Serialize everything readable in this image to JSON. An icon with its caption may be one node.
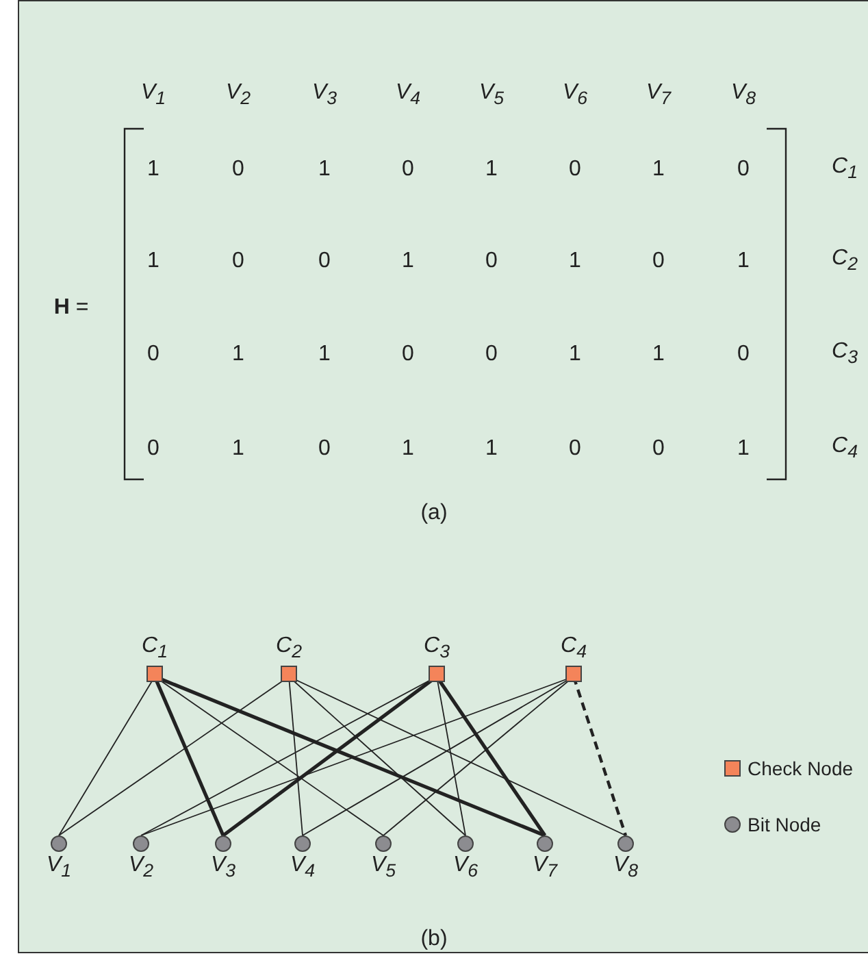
{
  "diagram": {
    "nodes": [
      {
        "text": [
          "C$_{1}$"
        ]
      },
      {
        "text": [
          "C$_{2}$"
        ]
      },
      {
        "text": [
          "C$_{3}$"
        ]
      },
      {
        "text": [
          "C$_{4}$"
        ]
      },
      {
        "text": [
          "V$_{1}$"
        ]
      },
      {
        "text": [
          "V$_{2}$"
        ]
      },
      {
        "text": [
          "V$_{3}$"
        ]
      },
      {
        "text": [
          "V$_{4}$"
        ]
      },
      {
        "text": [
          "V$_{5}$"
        ]
      },
      {
        "text": [
          "V$_{6}$"
        ]
      },
      {
        "text": [
          "V$_{7}$"
        ]
      },
      {
        "text": [
          "V$_{8}$"
        ]
      }
    ],
    "edges": [
      {
        "from": 0,
        "to": 4,
        "arrow": "none"
      },
      {
        "from": 0,
        "to": 6,
        "arrow": "none",
        "style": "thick"
      },
      {
        "from": 0,
        "to": 8,
        "arrow": "none"
      },
      {
        "from": 0,
        "to": 10,
        "arrow": "none",
        "style": "thick"
      },
      {
        "from": 1,
        "to": 4,
        "arrow": "none"
      },
      {
        "from": 1,
        "to": 7,
        "arrow": "none"
      },
      {
        "from": 1,
        "to": 9,
        "arrow": "none"
      },
      {
        "from": 1,
        "to": 11,
        "arrow": "none"
      },
      {
        "from": 2,
        "to": 5,
        "arrow": "none"
      },
      {
        "from": 2,
        "to": 6,
        "arrow": "none",
        "style": "thick"
      },
      {
        "from": 2,
        "to": 9,
        "arrow": "none"
      },
      {
        "from": 2,
        "to": 10,
        "arrow": "none",
        "style": "thick"
      },
      {
        "from": 3,
        "to": 5,
        "arrow": "none"
      },
      {
        "from": 3,
        "to": 7,
        "arrow": "none"
      },
      {
        "from": 3,
        "to": 8,
        "arrow": "none"
      },
      {
        "from": 3,
        "to": 11,
        "arrow": "none",
        "style": "dashed"
      }
    ],
    "labels": [
      "V$_{1}$",
      "V$_{2}$",
      "V$_{3}$",
      "V$_{4}$",
      "V$_{5}$",
      "V$_{6}$",
      "V$_{7}$",
      "V$_{8}$",
      "1",
      "0",
      "1",
      "0",
      "1",
      "0",
      "1",
      "0",
      "C$_{1}$",
      "1",
      "0",
      "0",
      "1",
      "0",
      "1",
      "0",
      "1",
      "C$_{2}$",
      "**H** =",
      "0",
      "1",
      "1",
      "0",
      "0",
      "1",
      "1",
      "0",
      "C$_{3}$",
      "0",
      "1",
      "0",
      "1",
      "1",
      "0",
      "0",
      "1",
      "C$_{4}$",
      "(a)",
      "(b)"
    ],
    "legend": [
      {
        "text": "Check Node",
        "color": "#f4845a"
      },
      {
        "text": "Bit Node",
        "color": "#8c8c90"
      }
    ]
  }
}
